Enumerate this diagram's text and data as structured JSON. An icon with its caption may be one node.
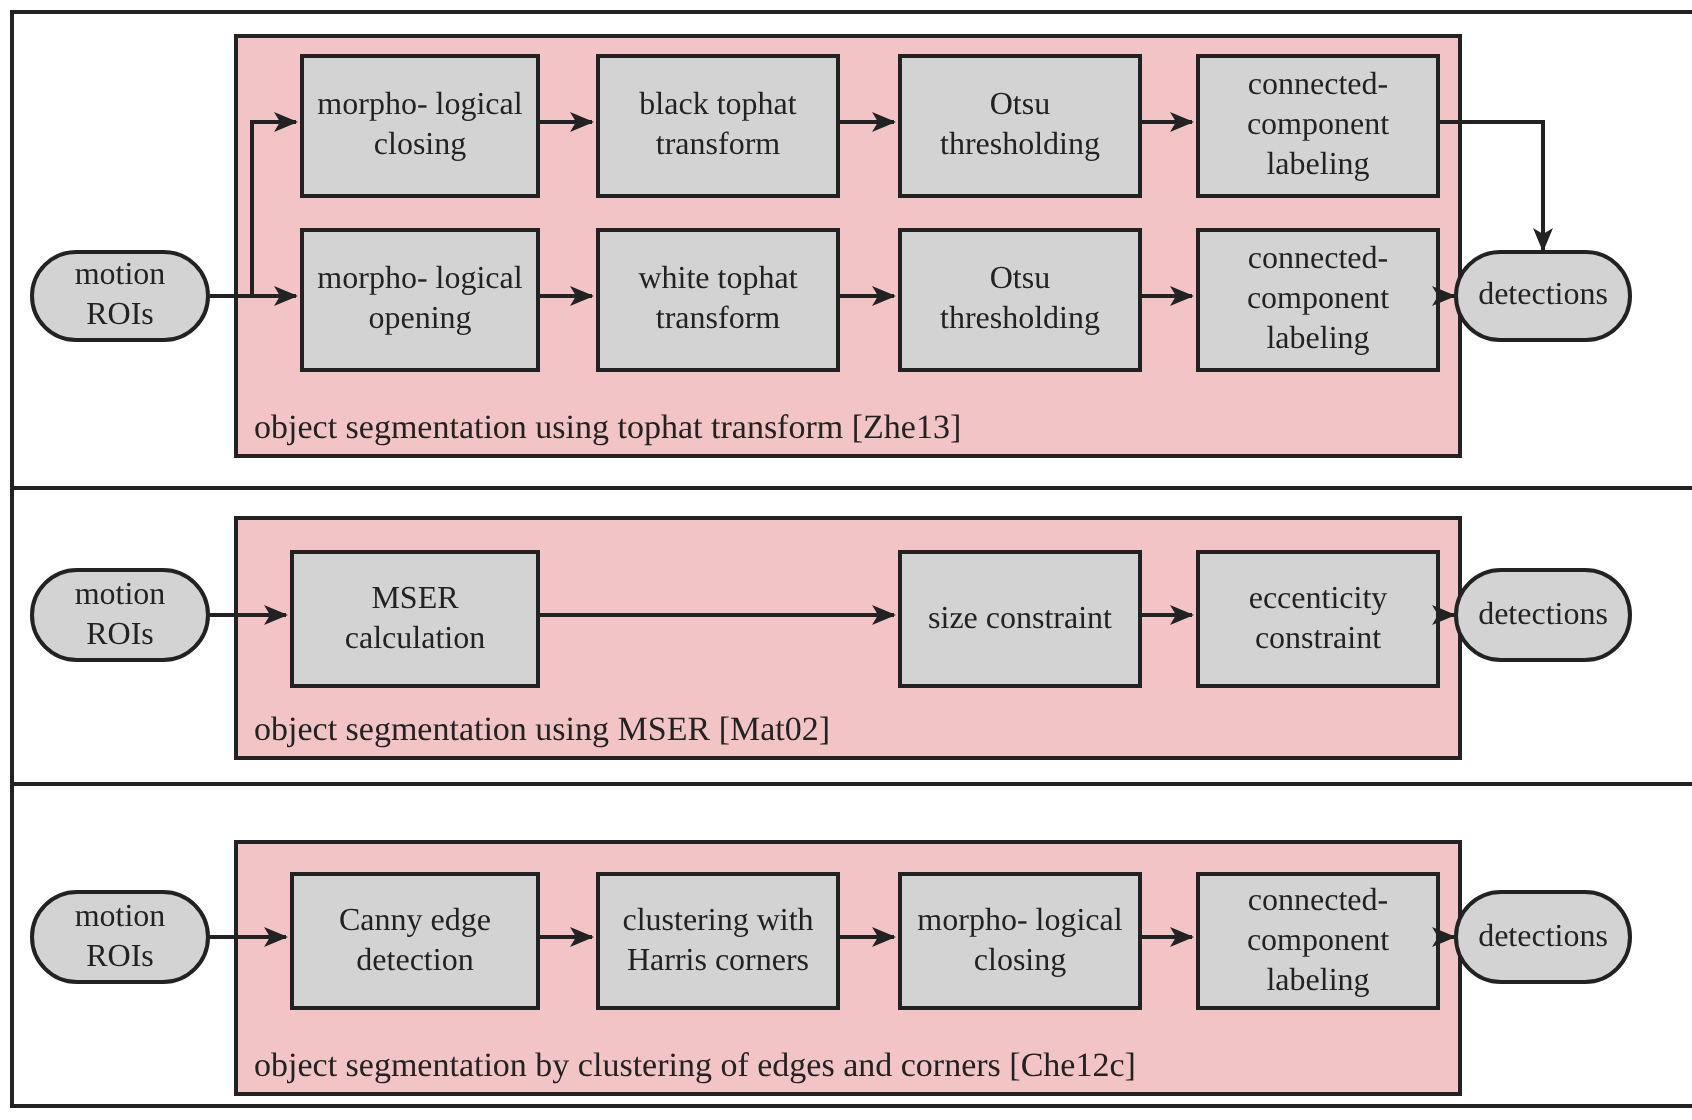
{
  "diagram": {
    "nodes": [
      {
        "text": [
          "motion ROIs"
        ]
      },
      {
        "text": [
          "object segmentation using tophat transform [Zhe13]"
        ]
      },
      {
        "text": [
          "morpho- logical closing"
        ],
        "in": 1
      },
      {
        "text": [
          "black tophat transform"
        ],
        "in": 1
      },
      {
        "text": [
          "Otsu thresholding"
        ],
        "in": 1
      },
      {
        "text": [
          "connected- component labeling"
        ],
        "in": 1
      },
      {
        "text": [
          "morpho- logical opening"
        ],
        "in": 1
      },
      {
        "text": [
          "white tophat transform"
        ],
        "in": 1
      },
      {
        "text": [
          "Otsu thresholding"
        ],
        "in": 1
      },
      {
        "text": [
          "connected- component labeling"
        ],
        "in": 1
      },
      {
        "text": [
          "detections"
        ]
      },
      {
        "text": [
          "motion ROIs"
        ]
      },
      {
        "text": [
          "object segmentation using MSER [Mat02]"
        ]
      },
      {
        "text": [
          "MSER calculation"
        ],
        "in": 12
      },
      {
        "text": [
          "size constraint"
        ],
        "in": 12
      },
      {
        "text": [
          "eccenticity constraint"
        ],
        "in": 12
      },
      {
        "text": [
          "detections"
        ]
      },
      {
        "text": [
          "motion ROIs"
        ]
      },
      {
        "text": [
          "object segmentation by clustering of edges and corners [Che12c]"
        ]
      },
      {
        "text": [
          "Canny edge detection"
        ],
        "in": 18
      },
      {
        "text": [
          "clustering with Harris corners"
        ],
        "in": 18
      },
      {
        "text": [
          "morpho- logical closing"
        ],
        "in": 18
      },
      {
        "text": [
          "connected- component labeling"
        ],
        "in": 18
      },
      {
        "text": [
          "detections"
        ]
      }
    ],
    "edges": [
      {
        "from": 0,
        "to": 2,
        "arrow": "to"
      },
      {
        "from": 0,
        "to": 6,
        "arrow": "to"
      },
      {
        "from": 2,
        "to": 3,
        "arrow": "to"
      },
      {
        "from": 3,
        "to": 4,
        "arrow": "to"
      },
      {
        "from": 4,
        "to": 5,
        "arrow": "to"
      },
      {
        "from": 5,
        "to": 10,
        "arrow": "to"
      },
      {
        "from": 6,
        "to": 7,
        "arrow": "to"
      },
      {
        "from": 7,
        "to": 8,
        "arrow": "to"
      },
      {
        "from": 8,
        "to": 9,
        "arrow": "to"
      },
      {
        "from": 9,
        "to": 10,
        "arrow": "to"
      },
      {
        "from": 11,
        "to": 13,
        "arrow": "to"
      },
      {
        "from": 13,
        "to": 14,
        "arrow": "to"
      },
      {
        "from": 14,
        "to": 15,
        "arrow": "to"
      },
      {
        "from": 15,
        "to": 16,
        "arrow": "to"
      },
      {
        "from": 17,
        "to": 19,
        "arrow": "to"
      },
      {
        "from": 19,
        "to": 20,
        "arrow": "to"
      },
      {
        "from": 20,
        "to": 21,
        "arrow": "to"
      },
      {
        "from": 21,
        "to": 22,
        "arrow": "to"
      },
      {
        "from": 22,
        "to": 23,
        "arrow": "to"
      }
    ]
  }
}
